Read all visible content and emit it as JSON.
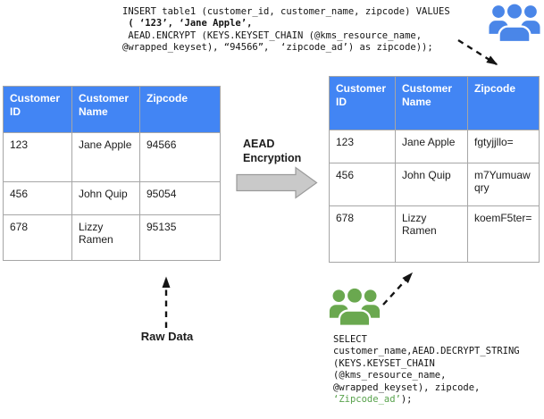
{
  "colors": {
    "header_blue": "#4285f4",
    "icon_blue": "#4a86e8",
    "icon_green": "#6aa84f",
    "sql_green": "#58a24c",
    "arrow_gray": "#c9c9c9",
    "arrow_gray_border": "#9a9a9a",
    "table_border": "#a6a6a6"
  },
  "insert_sql": {
    "lines": [
      "INSERT table1 (customer_id, customer_name, zipcode) VALUES",
      " ( ‘123’, ‘Jane Apple’,",
      " AEAD.ENCRYPT (KEYS.KEYSET_CHAIN (@kms_resource_name,",
      "@wrapped_keyset), “94566”,  ‘zipcode_ad’) as zipcode));"
    ]
  },
  "left_table": {
    "headers": [
      "Customer ID",
      "Customer Name",
      "Zipcode"
    ],
    "rows": [
      [
        "123",
        "Jane Apple",
        "94566"
      ],
      [
        "456",
        "John Quip",
        "95054"
      ],
      [
        "678",
        "Lizzy Ramen",
        "95135"
      ]
    ]
  },
  "right_table": {
    "headers": [
      "Customer ID",
      "Customer Name",
      "Zipcode"
    ],
    "rows": [
      [
        "123",
        "Jane Apple",
        "fgtyjjllo="
      ],
      [
        "456",
        "John Quip",
        "m7Yumuawqry"
      ],
      [
        "678",
        "Lizzy Ramen",
        "koemF5ter="
      ]
    ]
  },
  "labels": {
    "transform_arrow": "AEAD Encryption",
    "raw_data": "Raw Data"
  },
  "select_sql": {
    "lines": [
      "SELECT",
      "customer_name,AEAD.DECRYPT_STRING",
      "(KEYS.KEYSET_CHAIN",
      "(@kms_resource_name,",
      "@wrapped_keyset), zipcode,"
    ],
    "green_part": "‘Zipcode_ad’",
    "rest_part": ");"
  },
  "icons": {
    "top_right": "users-group-icon",
    "bottom": "users-group-icon"
  }
}
